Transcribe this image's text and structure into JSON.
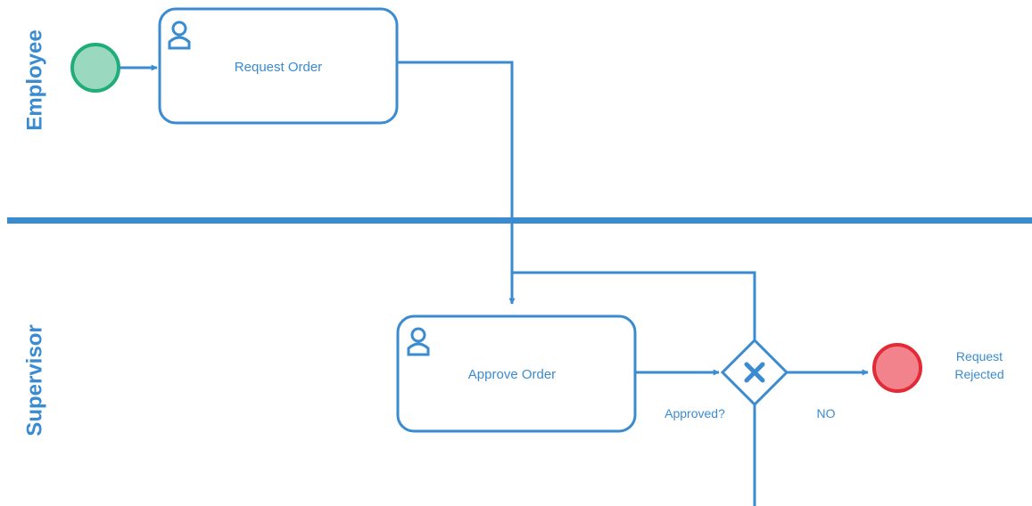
{
  "lanes": {
    "employee": "Employee",
    "supervisor": "Supervisor"
  },
  "tasks": {
    "request_order": "Request Order",
    "approve_order": "Approve Order"
  },
  "gateway": {
    "question": "Approved?",
    "no_label": "NO"
  },
  "end_event": {
    "line1": "Request",
    "line2": "Rejected"
  },
  "colors": {
    "accent": "#3a8bd0",
    "start_fill": "#9bd8c0",
    "start_stroke": "#1fae78",
    "end_fill": "#f2828c",
    "end_stroke": "#e22b37"
  },
  "icons": {
    "task_type": "user-icon",
    "gateway_marker": "exclusive-x-icon"
  }
}
